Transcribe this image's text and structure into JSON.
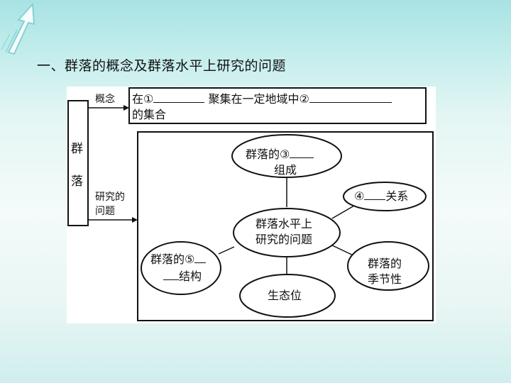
{
  "heading": "一、群落的概念及群落水平上研究的问题",
  "left_box": {
    "char1": "群",
    "char2": "落"
  },
  "arrow_labels": {
    "concept": "概念",
    "research_line1": "研究的",
    "research_line2": "问题"
  },
  "concept_box": {
    "part1": "在①",
    "part2": "聚集在一定地域中②",
    "part3": "的集合"
  },
  "nodes": {
    "center_line1": "群落水平上",
    "center_line2": "研究的问题",
    "top_line1": "群落的③",
    "top_line2": "组成",
    "right_top": "④",
    "right_top_suffix": "关系",
    "left_line1": "群落的⑤",
    "left_line2": "结构",
    "bottom": "生态位",
    "right_bottom_line1": "群落的",
    "right_bottom_line2": "季节性"
  }
}
